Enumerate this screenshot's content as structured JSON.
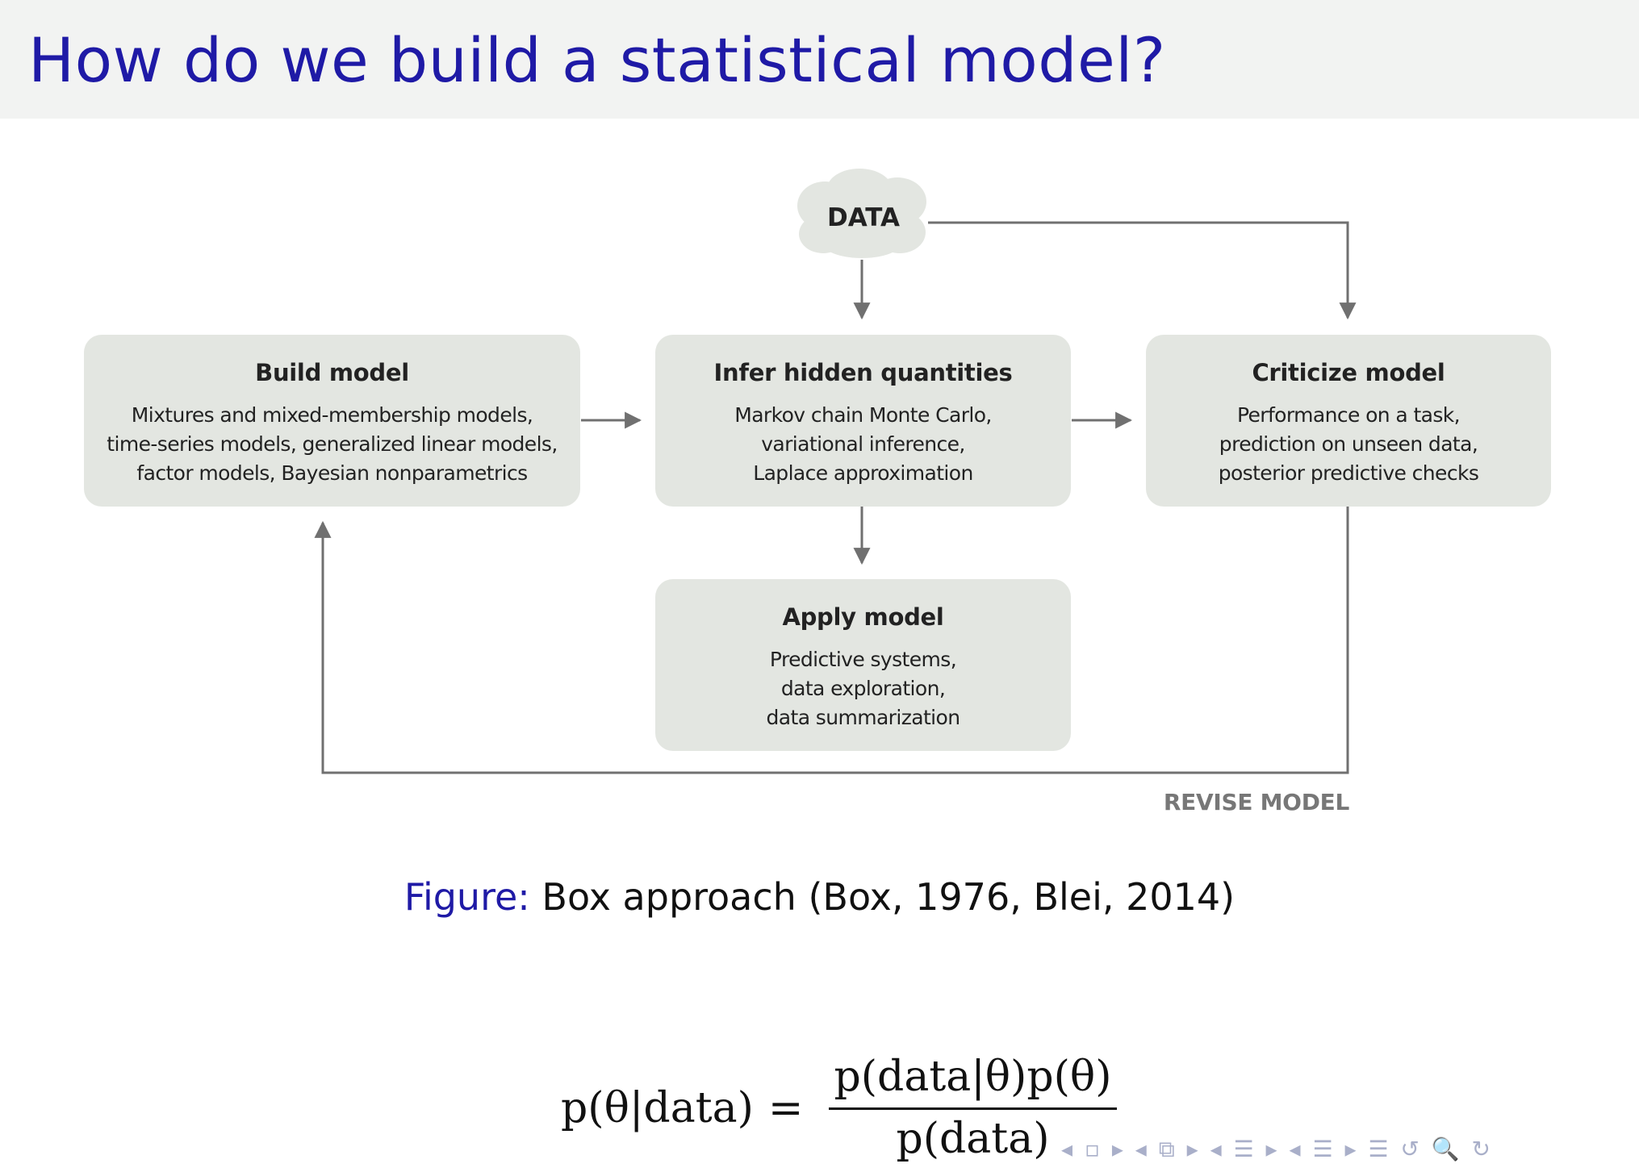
{
  "slide": {
    "title": "How do we build a statistical model?"
  },
  "diagram": {
    "data_node": "DATA",
    "boxes": {
      "build": {
        "title": "Build model",
        "lines": [
          "Mixtures and mixed-membership models,",
          "time-series models, generalized linear models,",
          "factor models, Bayesian nonparametrics"
        ]
      },
      "infer": {
        "title": "Infer hidden quantities",
        "lines": [
          "Markov chain Monte Carlo,",
          "variational inference,",
          "Laplace approximation"
        ]
      },
      "criticize": {
        "title": "Criticize model",
        "lines": [
          "Performance on a task,",
          "prediction on unseen data,",
          "posterior predictive checks"
        ]
      },
      "apply": {
        "title": "Apply model",
        "lines": [
          "Predictive systems,",
          "data exploration,",
          "data summarization"
        ]
      }
    },
    "revise_label": "REVISE MODEL",
    "colors": {
      "box_fill": "#e3e6e1",
      "arrow": "#707070",
      "cloud": "#e3e6e1"
    }
  },
  "caption": {
    "prefix": "Figure:",
    "text": "Box approach (Box, 1976, Blei, 2014)"
  },
  "equation": {
    "lhs": "p(θ|data)",
    "equals": "=",
    "numerator": "p(data|θ)p(θ)",
    "denominator": "p(data)"
  },
  "navigation": {
    "controls": "◂ ▫ ▸ ◂ ⧉ ▸ ◂ ☰ ▸ ◂ ☰ ▸ ☰ ↺ 🔍 ↻"
  },
  "colors": {
    "title": "#1f1aa6",
    "header_bg": "#f2f3f2"
  }
}
